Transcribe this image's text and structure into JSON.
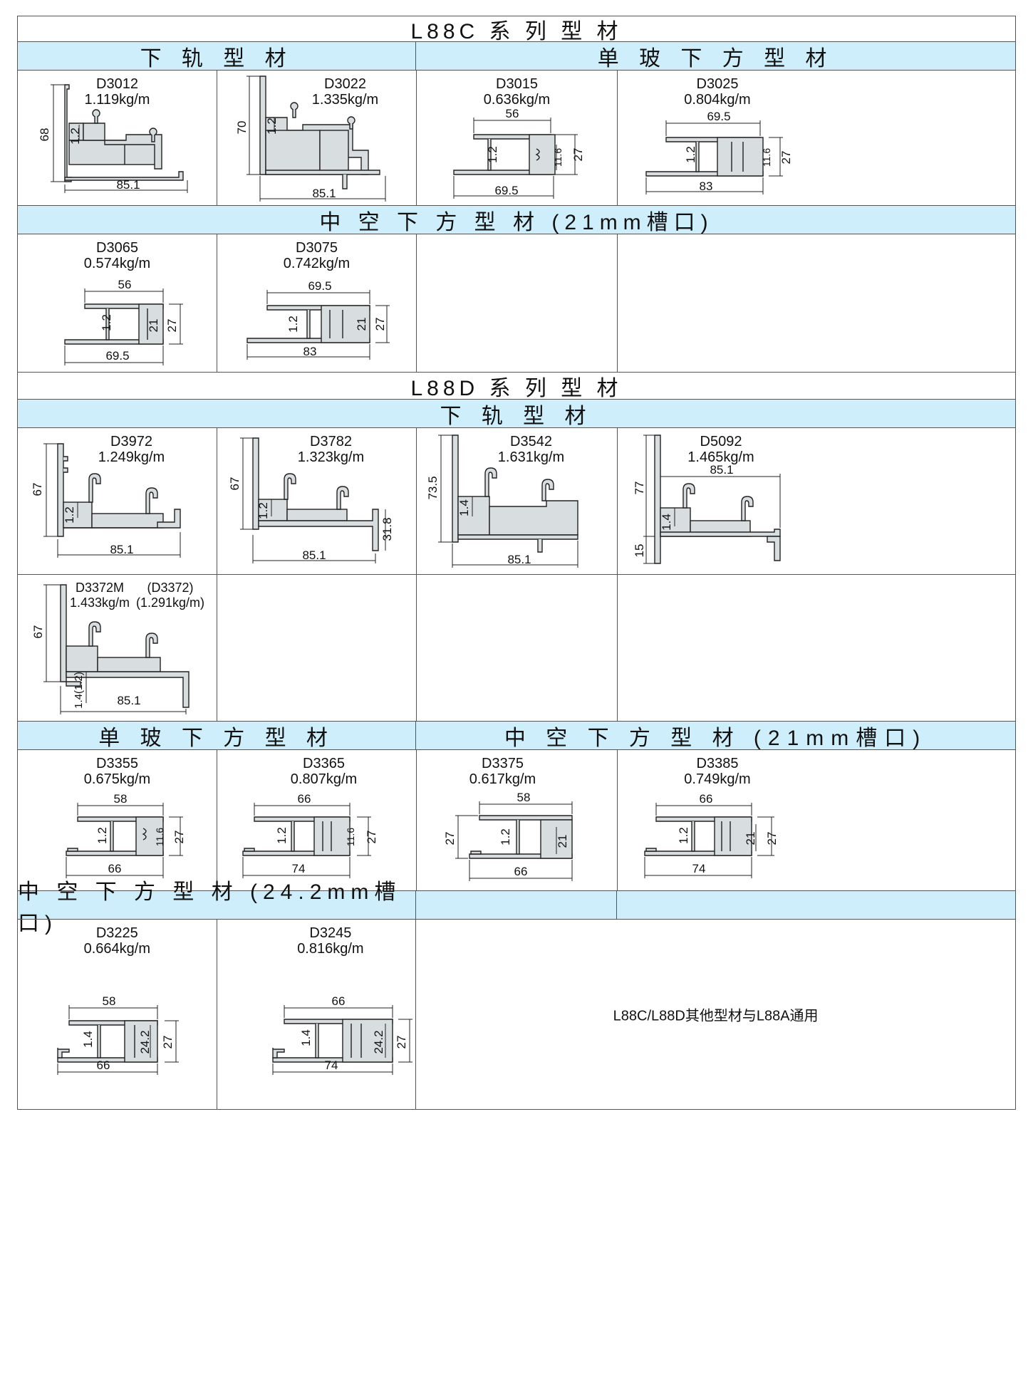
{
  "sections": {
    "l88c_title": "L88C 系 列 型 材",
    "l88c_rail": "下 轨 型 材",
    "l88c_single": "单 玻 下 方 型 材",
    "l88c_hollow": "中 空 下 方 型 材 (21mm槽口)",
    "l88d_title": "L88D 系 列 型 材",
    "l88d_rail": "下 轨 型 材",
    "l88d_single": "单 玻 下 方 型 材",
    "l88d_hollow21": "中 空 下 方 型 材 (21mm槽口)",
    "l88d_hollow242": "中 空 下 方 型 材 (24.2mm槽口)"
  },
  "profiles": {
    "d3012": {
      "code": "D3012",
      "weight": "1.119kg/m",
      "dims": [
        "68",
        "1.2",
        "85.1"
      ]
    },
    "d3022": {
      "code": "D3022",
      "weight": "1.335kg/m",
      "dims": [
        "70",
        "1.2",
        "85.1"
      ]
    },
    "d3015": {
      "code": "D3015",
      "weight": "0.636kg/m",
      "dims": [
        "56",
        "1.2",
        "11.6",
        "27",
        "69.5"
      ]
    },
    "d3025": {
      "code": "D3025",
      "weight": "0.804kg/m",
      "dims": [
        "69.5",
        "1.2",
        "11.6",
        "27",
        "83"
      ]
    },
    "d3065": {
      "code": "D3065",
      "weight": "0.574kg/m",
      "dims": [
        "56",
        "1.2",
        "21",
        "27",
        "69.5"
      ]
    },
    "d3075": {
      "code": "D3075",
      "weight": "0.742kg/m",
      "dims": [
        "69.5",
        "1.2",
        "21",
        "27",
        "83"
      ]
    },
    "d3972": {
      "code": "D3972",
      "weight": "1.249kg/m",
      "dims": [
        "67",
        "1.2",
        "85.1"
      ]
    },
    "d3782": {
      "code": "D3782",
      "weight": "1.323kg/m",
      "dims": [
        "67",
        "1.2",
        "31.8",
        "85.1"
      ]
    },
    "d3542": {
      "code": "D3542",
      "weight": "1.631kg/m",
      "dims": [
        "73.5",
        "1.4",
        "85.1"
      ]
    },
    "d5092": {
      "code": "D5092",
      "weight": "1.465kg/m",
      "dims": [
        "85.1",
        "77",
        "1.4",
        "15"
      ]
    },
    "d3372m": {
      "code": "D3372M",
      "weight": "1.433kg/m",
      "alt_code": "(D3372)",
      "alt_weight": "(1.291kg/m)",
      "dims": [
        "67",
        "1.4(1.2)",
        "85.1"
      ]
    },
    "d3355": {
      "code": "D3355",
      "weight": "0.675kg/m",
      "dims": [
        "58",
        "1.2",
        "11.6",
        "27",
        "66"
      ]
    },
    "d3365": {
      "code": "D3365",
      "weight": "0.807kg/m",
      "dims": [
        "66",
        "1.2",
        "11.6",
        "27",
        "74"
      ]
    },
    "d3375": {
      "code": "D3375",
      "weight": "0.617kg/m",
      "dims": [
        "58",
        "27",
        "1.2",
        "21",
        "66"
      ]
    },
    "d3385": {
      "code": "D3385",
      "weight": "0.749kg/m",
      "dims": [
        "66",
        "1.2",
        "21",
        "27",
        "74"
      ]
    },
    "d3225": {
      "code": "D3225",
      "weight": "0.664kg/m",
      "dims": [
        "58",
        "1.4",
        "24.2",
        "27",
        "66"
      ]
    },
    "d3245": {
      "code": "D3245",
      "weight": "0.816kg/m",
      "dims": [
        "66",
        "1.4",
        "24.2",
        "27",
        "74"
      ]
    }
  },
  "note": "L88C/L88D其他型材与L88A通用",
  "colors": {
    "header_fill": "#cfeefb",
    "border": "#555555",
    "profile_fill": "#d8dde0",
    "profile_stroke": "#222222"
  }
}
